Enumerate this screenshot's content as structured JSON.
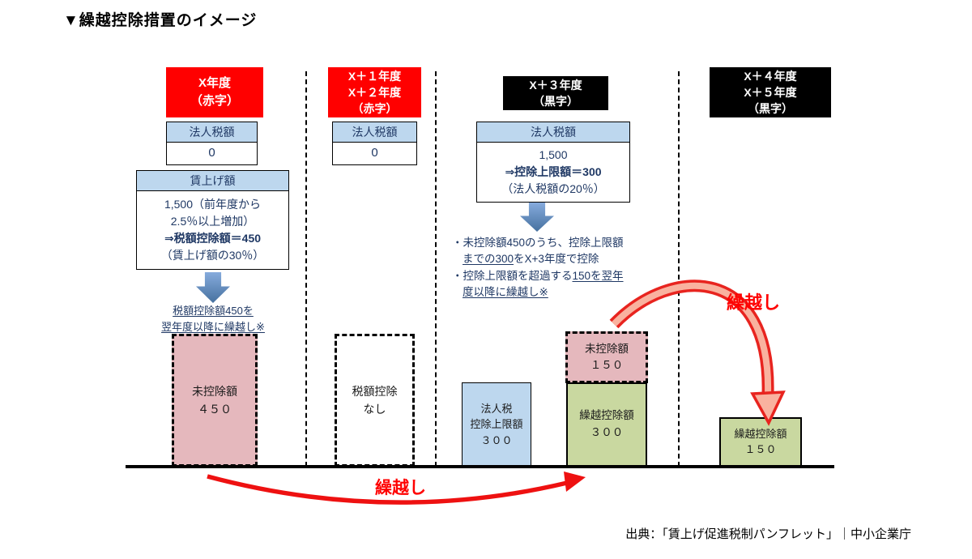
{
  "title": "▼繰越控除措置のイメージ",
  "source": "出典：「賃上げ促進税制パンフレット」｜中小企業庁",
  "labels": {
    "carryover_bottom": "繰越し",
    "carryover_right": "繰越し"
  },
  "colors": {
    "red": "#ff0000",
    "black": "#000000",
    "blue_light": "#bdd7ee",
    "pink": "#e5b8bd",
    "green": "#c9d8a0",
    "navy": "#1f3864",
    "arrow_blue": "#46719f"
  },
  "col1": {
    "header": [
      "X年度",
      "（赤字）"
    ],
    "tax_title": "法人税額",
    "tax_value": "0",
    "wage_title": "賃上げ額",
    "wage_lines": [
      "1,500（前年度から",
      "2.5％以上増加）",
      "⇒税額控除額＝450",
      "（賃上げ額の30％）"
    ],
    "note_lines": [
      "税額控除額450を",
      "翌年度以降に繰越し※"
    ],
    "box_lines": [
      "未控除額",
      "４５０"
    ]
  },
  "col2": {
    "header": [
      "X＋１年度",
      "X＋２年度",
      "（赤字）"
    ],
    "tax_title": "法人税額",
    "tax_value": "0",
    "box_lines": [
      "税額控除",
      "なし"
    ]
  },
  "col3": {
    "header": [
      "X＋３年度",
      "（黒字）"
    ],
    "tax_title": "法人税額",
    "tax_value": "1,500",
    "tax_limit": "⇒控除上限額＝300",
    "tax_limit_sub": "（法人税額の20％）",
    "note1": "・未控除額450のうち、控除上限額",
    "note2_u": "までの300",
    "note2_rest": "をX+3年度で控除",
    "note3_pre": "・控除上限額を超過する",
    "note3_u": "150を翌年",
    "note4_u": "度以降に繰越し※",
    "blue_box_lines": [
      "法人税",
      "控除上限額",
      "３００"
    ],
    "pink_box_lines": [
      "未控除額",
      "１５０"
    ],
    "green_box_lines": [
      "繰越控除額",
      "３００"
    ]
  },
  "col4": {
    "header": [
      "X＋４年度",
      "X＋５年度",
      "（黒字）"
    ],
    "green_box_lines": [
      "繰越控除額",
      "１５０"
    ]
  }
}
